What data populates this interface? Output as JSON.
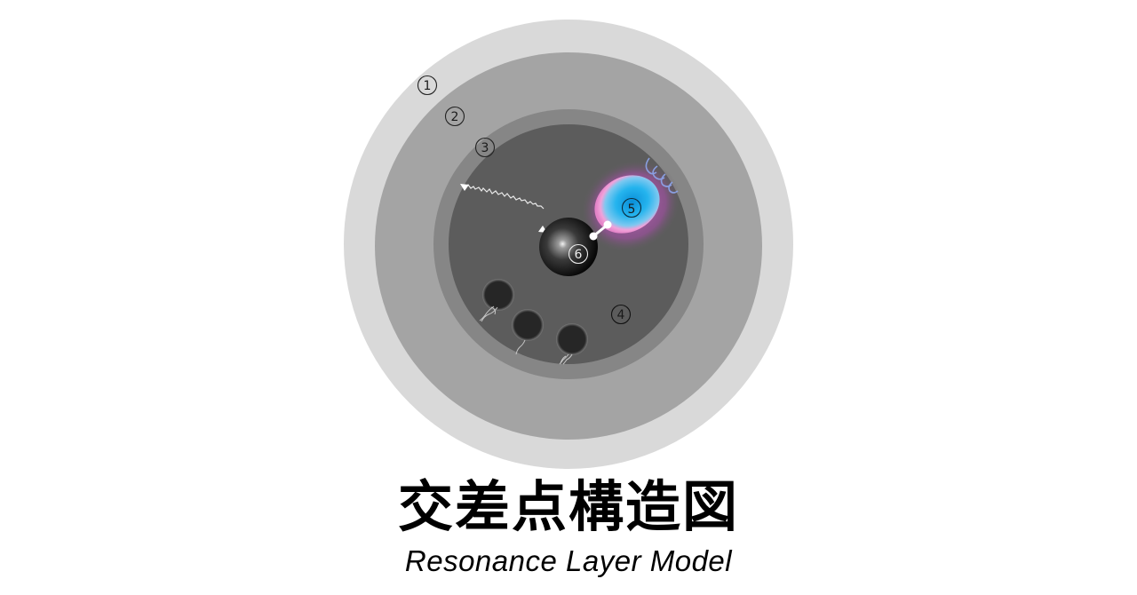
{
  "title": {
    "japanese": "交差点構造図",
    "english": "Resonance Layer Model"
  },
  "layers": [
    {
      "id": 1,
      "label": "1",
      "color": "#d9d9d9",
      "radius": 253
    },
    {
      "id": 2,
      "label": "2",
      "color": "#a4a4a4",
      "radius": 218
    },
    {
      "id": 3,
      "label": "3",
      "color": "#868686",
      "radius": 152
    },
    {
      "id": 4,
      "label": "4",
      "color": "#5c5c5c",
      "radius": 135
    }
  ],
  "markers": [
    {
      "id": 1,
      "glyph": "1"
    },
    {
      "id": 2,
      "glyph": "2"
    },
    {
      "id": 3,
      "glyph": "3"
    },
    {
      "id": 4,
      "glyph": "4"
    },
    {
      "id": 5,
      "glyph": "5"
    },
    {
      "id": 6,
      "glyph": "6"
    }
  ],
  "colors": {
    "background": "#ffffff",
    "core": "#111111",
    "blob_inner": "#1aa6e8",
    "blob_mid": "#f08ad0",
    "blob_outer": "#b05ab0",
    "tendrils": "#7f9be8",
    "satellite": "#2a2a2a"
  }
}
